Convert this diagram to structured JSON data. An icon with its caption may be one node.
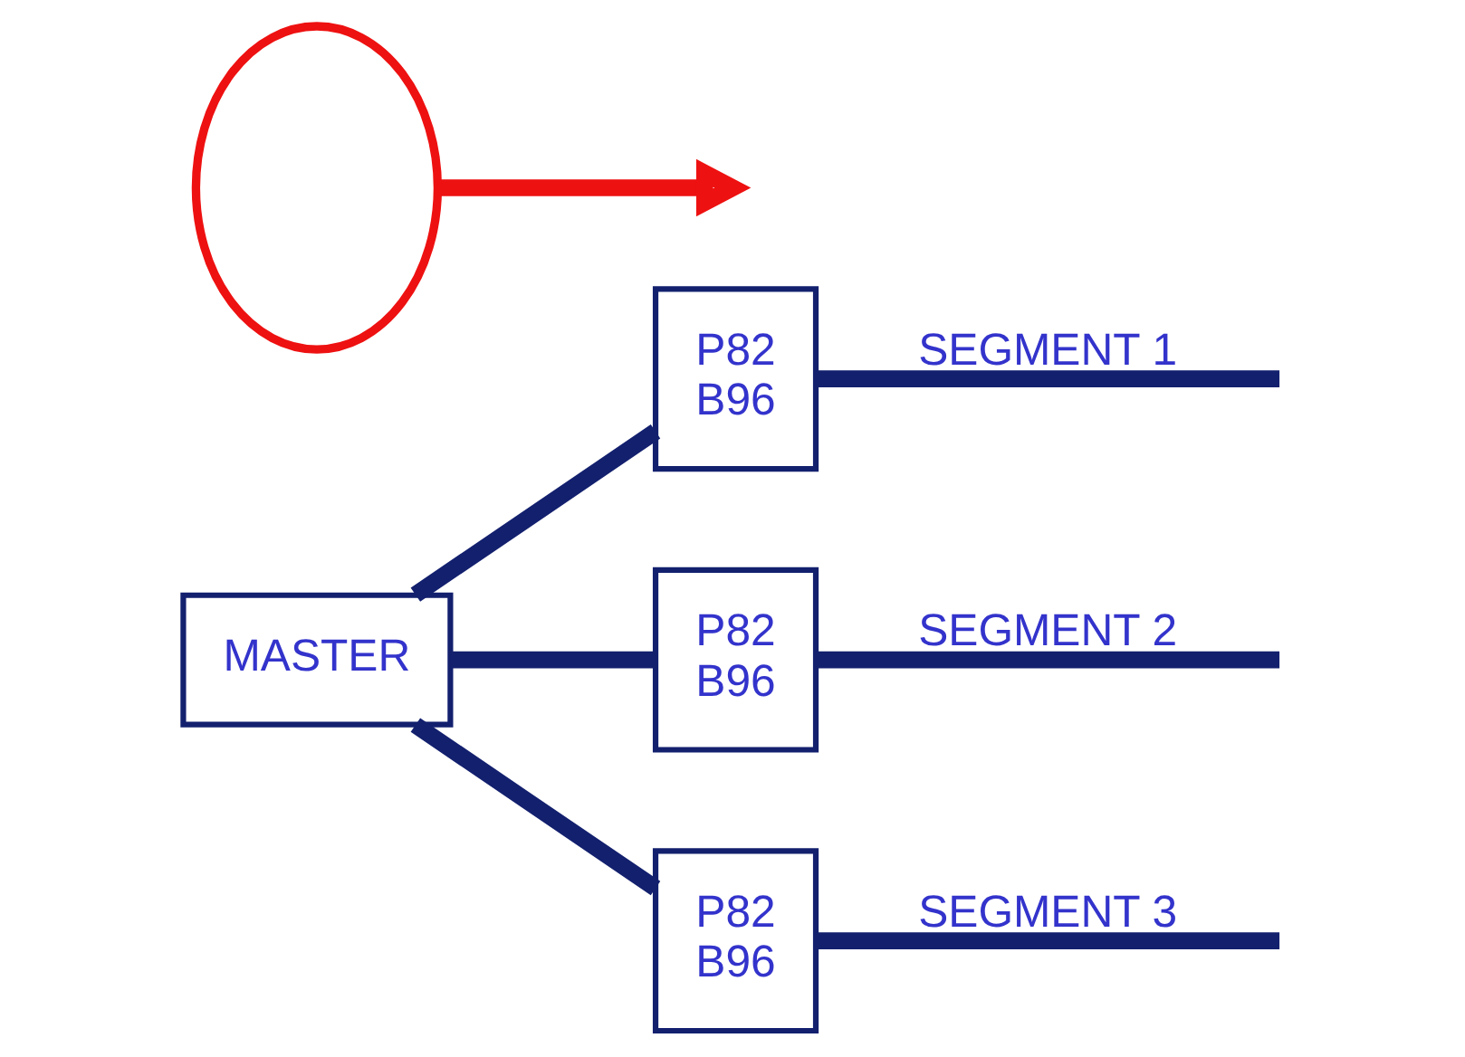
{
  "diagram": {
    "nodes": [
      {
        "text": [
          "MASTER"
        ]
      },
      {
        "text": [
          "P82",
          "B96"
        ]
      },
      {
        "text": [
          "P82",
          "B96"
        ]
      },
      {
        "text": [
          "P82",
          "B96"
        ]
      },
      {
        "text": [],
        "shape": "circle"
      }
    ],
    "edges": [
      {
        "from": 0,
        "to": 1,
        "arrow": "none"
      },
      {
        "from": 0,
        "to": 2,
        "arrow": "none"
      },
      {
        "from": 0,
        "to": 3,
        "arrow": "none"
      },
      {
        "from": 1,
        "to": null,
        "arrow": "none",
        "label": "SEGMENT 1"
      },
      {
        "from": 2,
        "to": null,
        "arrow": "none",
        "label": "SEGMENT 2"
      },
      {
        "from": 3,
        "to": null,
        "arrow": "none",
        "label": "SEGMENT 3"
      },
      {
        "from": 4,
        "to": null,
        "arrow": "to",
        "color": "#ee1111"
      }
    ]
  }
}
